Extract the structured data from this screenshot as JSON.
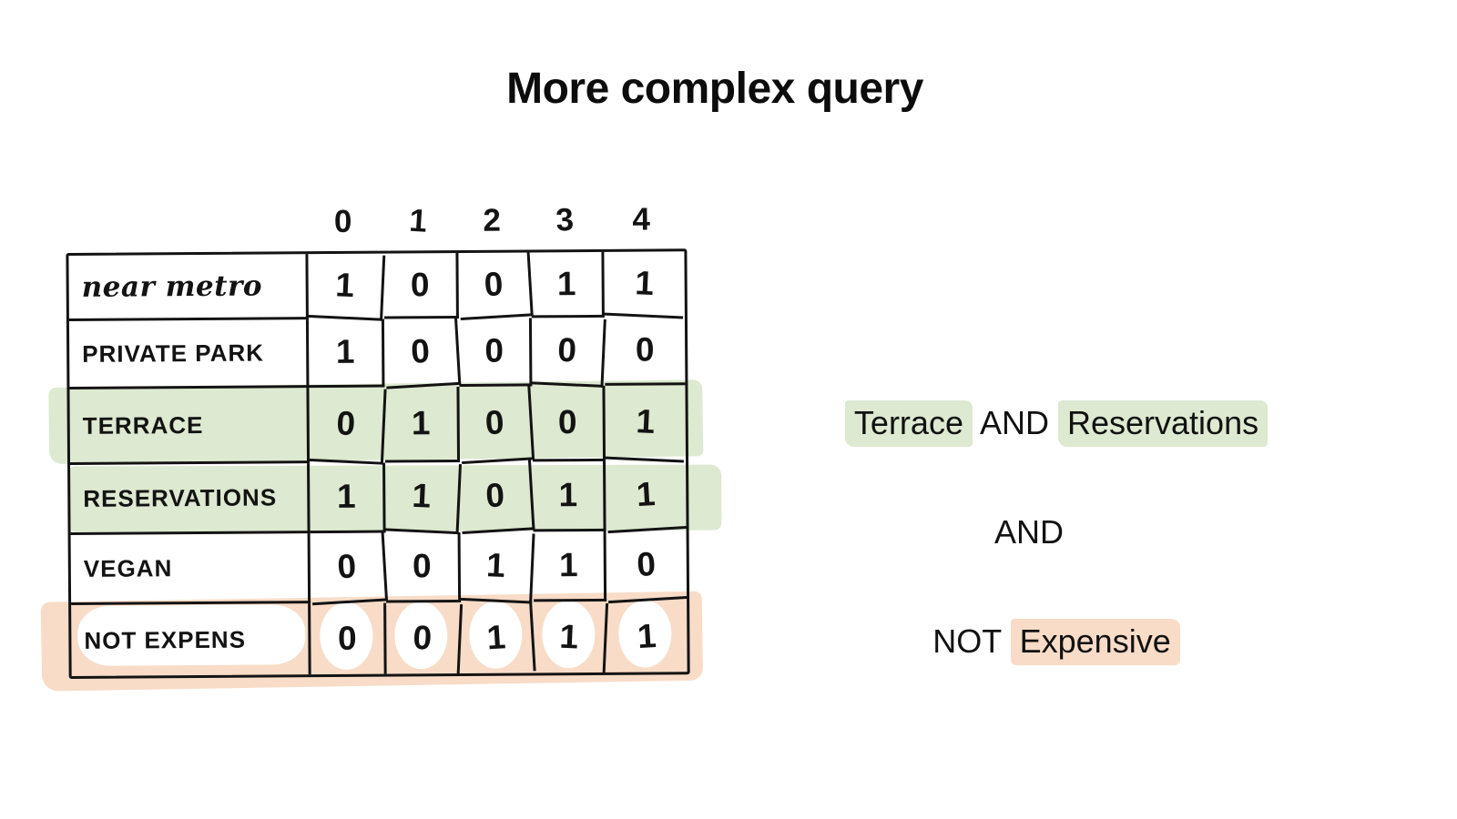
{
  "title": "More complex query",
  "bitmap_table": {
    "column_headers": [
      "0",
      "1",
      "2",
      "3",
      "4"
    ],
    "rows": [
      {
        "label": "near metro",
        "values": [
          "1",
          "0",
          "0",
          "1",
          "1"
        ],
        "highlight": "none"
      },
      {
        "label": "PRIVATE PARK",
        "values": [
          "1",
          "0",
          "0",
          "0",
          "0"
        ],
        "highlight": "none"
      },
      {
        "label": "TERRACE",
        "values": [
          "0",
          "1",
          "0",
          "0",
          "1"
        ],
        "highlight": "green"
      },
      {
        "label": "RESERVATIONS",
        "values": [
          "1",
          "1",
          "0",
          "1",
          "1"
        ],
        "highlight": "green"
      },
      {
        "label": "VEGAN",
        "values": [
          "0",
          "0",
          "1",
          "1",
          "0"
        ],
        "highlight": "none"
      },
      {
        "label": "NOT EXPENS",
        "values": [
          "0",
          "0",
          "1",
          "1",
          "1"
        ],
        "highlight": "peach"
      }
    ]
  },
  "query": {
    "line1": {
      "term1": "Terrace",
      "operator": " AND ",
      "term2": "Reservations"
    },
    "line2": "AND",
    "line3": {
      "operator": "NOT ",
      "term": "Expensive"
    }
  },
  "colors": {
    "highlight_green": "#dde9d0",
    "highlight_peach": "#f8dcc7",
    "ink": "#131313",
    "background": "#ffffff"
  }
}
